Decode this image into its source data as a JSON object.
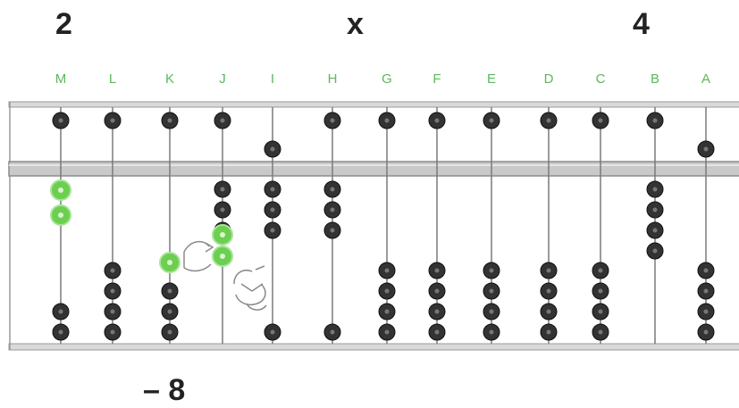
{
  "header": {
    "left_operand": "2",
    "operator": "x",
    "right_operand": "4"
  },
  "footer": {
    "step_text": "– 8"
  },
  "abacus": {
    "label_color": "#5cb85c",
    "highlight_color": "#6ccf4f",
    "bead_color": "#333333",
    "columns": [
      {
        "label": "M",
        "upper_set": false,
        "lower_set": 0,
        "highlight": "upper-two"
      },
      {
        "label": "L",
        "upper_set": false,
        "lower_set": 0
      },
      {
        "label": "K",
        "upper_set": false,
        "lower_set": 0,
        "highlight": "one-lower"
      },
      {
        "label": "J",
        "upper_set": false,
        "lower_set": 3,
        "highlight": "two-moving"
      },
      {
        "label": "I",
        "upper_set": true,
        "lower_set": 3
      },
      {
        "label": "H",
        "upper_set": false,
        "lower_set": 3
      },
      {
        "label": "G",
        "upper_set": false,
        "lower_set": 0
      },
      {
        "label": "F",
        "upper_set": false,
        "lower_set": 0
      },
      {
        "label": "E",
        "upper_set": false,
        "lower_set": 0
      },
      {
        "label": "D",
        "upper_set": false,
        "lower_set": 0
      },
      {
        "label": "C",
        "upper_set": false,
        "lower_set": 0
      },
      {
        "label": "B",
        "upper_set": false,
        "lower_set": 4
      },
      {
        "label": "A",
        "upper_set": true,
        "lower_set": 0
      }
    ]
  }
}
